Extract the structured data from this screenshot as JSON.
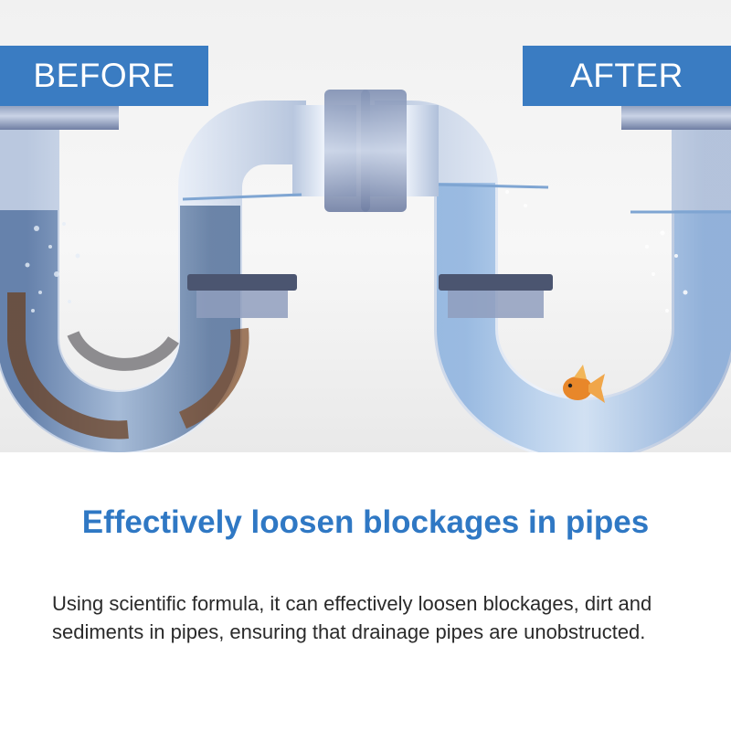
{
  "hero": {
    "before_label": "BEFORE",
    "after_label": "AFTER"
  },
  "headline": "Effectively loosen blockages in pipes",
  "description": "Using scientific formula, it can effectively loosen blockages, dirt and sediments in pipes, ensuring that drainage pipes are unobstructed.",
  "colors": {
    "tag_background": "#3a7cc2",
    "headline": "#2f78c4",
    "body_text": "#2a2a2a"
  }
}
